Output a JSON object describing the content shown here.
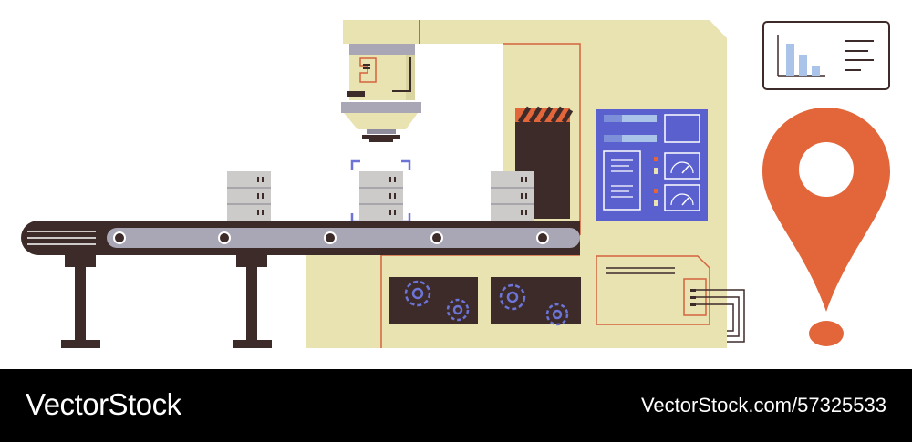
{
  "footer": {
    "brand": "VectorStock",
    "image_id": "VectorStock.com/57325533"
  },
  "colors": {
    "machine": "#e8e3b0",
    "outline": "#d6633e",
    "dark": "#3d2b2a",
    "screen": "#5b60cf",
    "box": "#cccbc9",
    "pin": "#e2663a",
    "belt": "#a9a7b6"
  },
  "icons": [
    "factory-machine",
    "conveyor-belt",
    "server-box",
    "control-panel",
    "gear-icon",
    "bar-chart-icon",
    "map-pin-icon"
  ]
}
